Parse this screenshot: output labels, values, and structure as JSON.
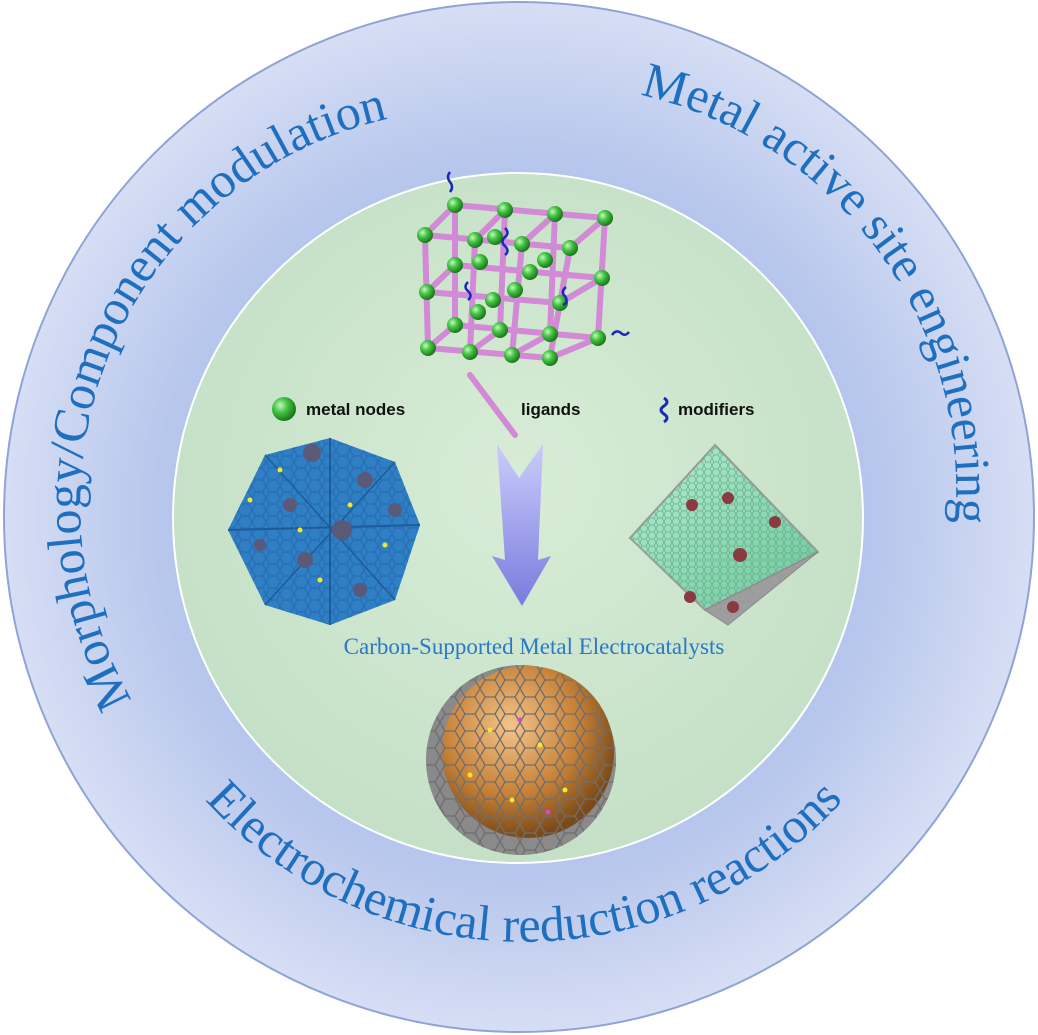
{
  "ring_labels": {
    "top_left": "Morphology/Component modulation",
    "top_right": "Metal active site engineering",
    "bottom": "Electrochemical reduction reactions"
  },
  "center_caption": "Carbon-Supported Metal Electrocatalysts",
  "legend": {
    "metal_nodes": "metal nodes",
    "ligands": "ligands",
    "modifiers": "modifiers"
  },
  "colors": {
    "outer_ring": "#b8c7ea",
    "inner_disc": "#cfe6cf",
    "ring_text": "#1f6fc0",
    "caption_text": "#2a78c8",
    "metal_node": "#3fbf3f",
    "ligand": "#d68ad8",
    "modifier": "#1a2ab8",
    "arrow": "#8d8cf0",
    "sphere": "#c8843a",
    "octahedron": "#8ed6b2",
    "polyhedron": "#3b86c8"
  },
  "icons": [
    "mof-lattice-icon",
    "metal-node-icon",
    "ligand-icon",
    "modifier-icon",
    "arrow-down-icon",
    "polyhedron-icon",
    "octahedron-icon",
    "sphere-icon"
  ]
}
